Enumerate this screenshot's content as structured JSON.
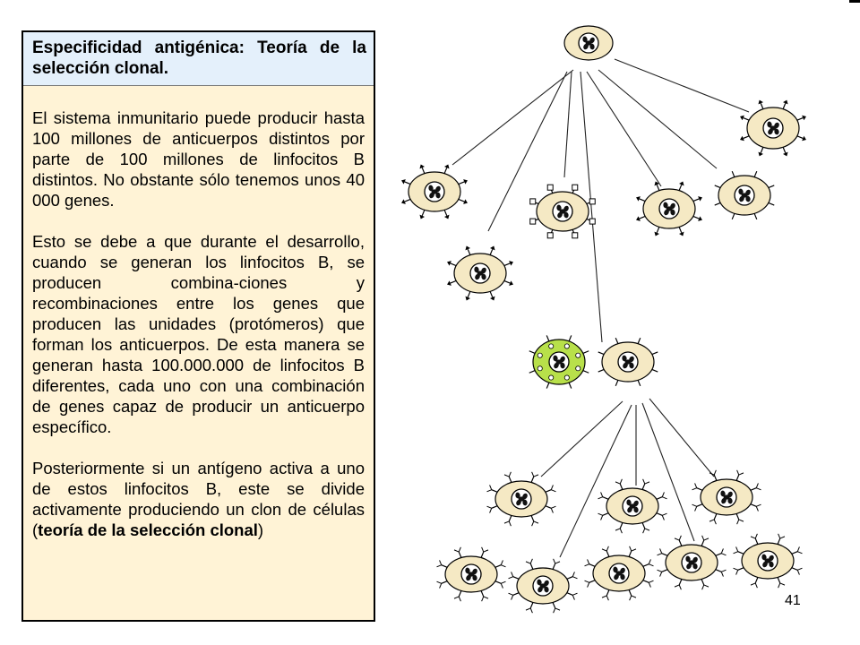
{
  "slide": {
    "title": "Especificidad antigénica: Teoría de la selección clonal.",
    "paragraph1": "El sistema inmunitario puede producir hasta 100 millones de anticuerpos distintos por parte de 100 millones de linfocitos B distintos. No obstante sólo tenemos unos 40 000 genes.",
    "paragraph2": "Esto se debe a que durante el desarrollo, cuando se generan los linfocitos B, se producen combina-ciones y recombinaciones entre los genes que producen las unidades (protómeros) que forman los anticuerpos. De esta manera se generan hasta 100.000.000 de linfocitos B diferentes, cada uno con una combinación de genes capaz de producir un anticuerpo específico.",
    "paragraph3_start": "Posteriormente si un antígeno activa a uno de estos linfocitos B, este se divide activamente produciendo un clon de células (",
    "paragraph3_bold": "teoría de la selección clonal",
    "paragraph3_end": ")",
    "page_number": "41"
  },
  "colors": {
    "cell_fill": "#f5e9c4",
    "antigen_fill": "#b8e04a",
    "title_background": "#e4f0fb",
    "text_background": "#fff3d6"
  }
}
